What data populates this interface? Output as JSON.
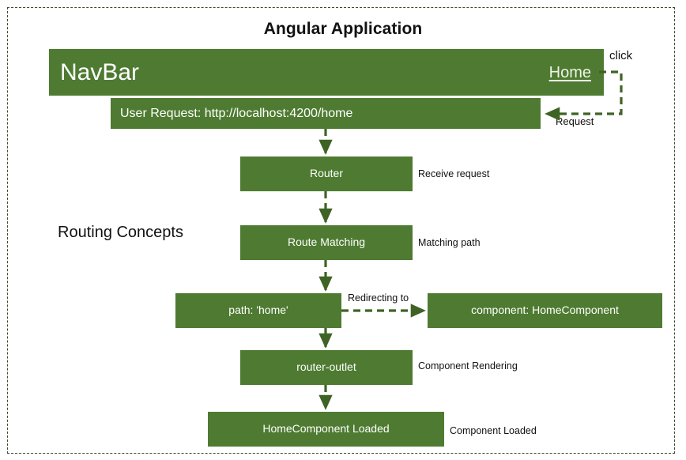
{
  "diagram": {
    "title": "Angular Application",
    "section_label": "Routing Concepts",
    "accent_color": "#4e7b31",
    "frame_color": "#3f4a2e",
    "text_color": "#111111",
    "box_text_color": "#ffffff"
  },
  "navbar": {
    "title": "NavBar",
    "link_label": "Home"
  },
  "request_bar": {
    "label": "User Request: http://localhost:4200/home"
  },
  "nodes": {
    "router": "Router",
    "route_matching": "Route Matching",
    "path_home": "path: 'home'",
    "home_component": "component: HomeComponent",
    "router_outlet": "router-outlet",
    "home_loaded": "HomeComponent Loaded"
  },
  "annotations": {
    "click": "click",
    "request": "Request",
    "receive_request": "Receive request",
    "matching_path": "Matching path",
    "redirecting_to": "Redirecting to",
    "component_rendering": "Component Rendering",
    "component_loaded": "Component Loaded"
  },
  "flow": {
    "steps": [
      "User Request: http://localhost:4200/home",
      "Router",
      "Route Matching",
      "path: 'home'",
      "component: HomeComponent",
      "router-outlet",
      "HomeComponent Loaded"
    ]
  }
}
